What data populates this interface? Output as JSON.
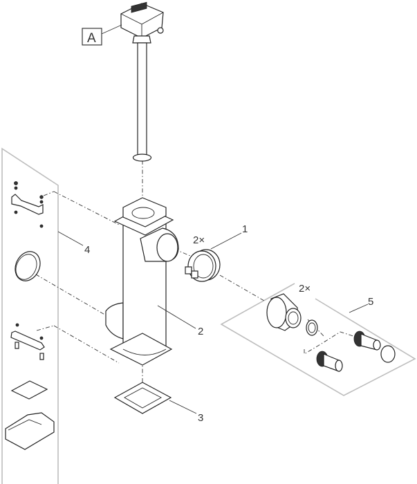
{
  "diagram": {
    "title": "Exploded parts view",
    "callouts": {
      "A": "A",
      "p1": "1",
      "p2": "2",
      "p3": "3",
      "p4": "4",
      "p5": "5",
      "qty1": "2×",
      "qty5": "2×"
    },
    "parts": [
      {
        "id": "A",
        "label": "A",
        "description": "Control unit with tube"
      },
      {
        "id": "1",
        "label": "1",
        "description": "Hose clamp",
        "quantity": "2×"
      },
      {
        "id": "2",
        "label": "2",
        "description": "Housing with side outlets"
      },
      {
        "id": "3",
        "label": "3",
        "description": "Base gasket"
      },
      {
        "id": "4",
        "label": "4",
        "description": "Mounting kit (brackets, screws, clamp, holders)"
      },
      {
        "id": "5",
        "label": "5",
        "description": "Connection kit (adapter, O-ring, hose connectors, clamp)",
        "quantity": "2×"
      }
    ]
  }
}
